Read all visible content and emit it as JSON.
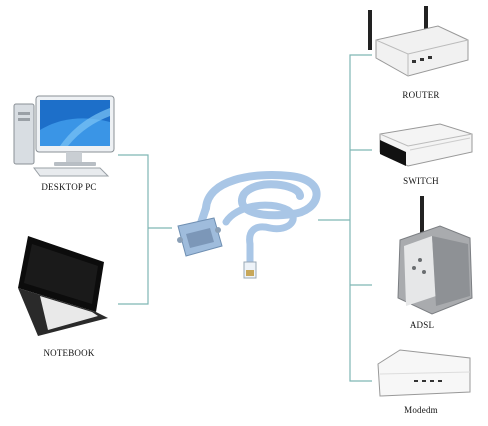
{
  "devices": {
    "desktop": {
      "label": "DESKTOP PC"
    },
    "notebook": {
      "label": "NOTEBOOK"
    },
    "router": {
      "label": "ROUTER"
    },
    "switch": {
      "label": "SWITCH"
    },
    "adsl": {
      "label": "ADSL"
    },
    "modem": {
      "label": "Modedm"
    }
  },
  "colors": {
    "connector": "#7fb6b5",
    "cable": "#a9c6e6"
  }
}
